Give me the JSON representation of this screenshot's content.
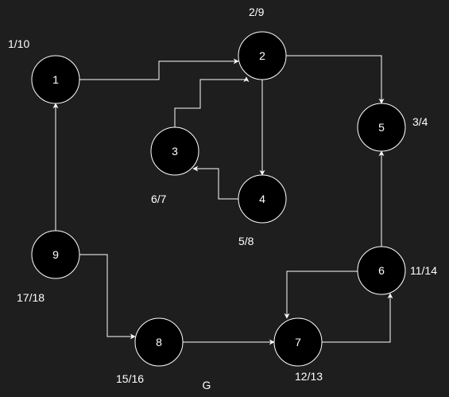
{
  "graph": {
    "caption": "G",
    "nodes": [
      {
        "id": "1",
        "label": "1",
        "times": "1/10"
      },
      {
        "id": "2",
        "label": "2",
        "times": "2/9"
      },
      {
        "id": "3",
        "label": "3",
        "times": "6/7"
      },
      {
        "id": "4",
        "label": "4",
        "times": "5/8"
      },
      {
        "id": "5",
        "label": "5",
        "times": "3/4"
      },
      {
        "id": "6",
        "label": "6",
        "times": "11/14"
      },
      {
        "id": "7",
        "label": "7",
        "times": "12/13"
      },
      {
        "id": "8",
        "label": "8",
        "times": "15/16"
      },
      {
        "id": "9",
        "label": "9",
        "times": "17/18"
      }
    ],
    "edges": [
      {
        "from": "1",
        "to": "2"
      },
      {
        "from": "2",
        "to": "5"
      },
      {
        "from": "2",
        "to": "4"
      },
      {
        "from": "3",
        "to": "2"
      },
      {
        "from": "4",
        "to": "3"
      },
      {
        "from": "9",
        "to": "1"
      },
      {
        "from": "9",
        "to": "8"
      },
      {
        "from": "8",
        "to": "7"
      },
      {
        "from": "7",
        "to": "6"
      },
      {
        "from": "6",
        "to": "5"
      },
      {
        "from": "6",
        "to": "7"
      }
    ],
    "colors": {
      "background": "#1e1e1e",
      "node_fill": "#000000",
      "stroke": "#ffffff",
      "text": "#ffffff"
    }
  }
}
